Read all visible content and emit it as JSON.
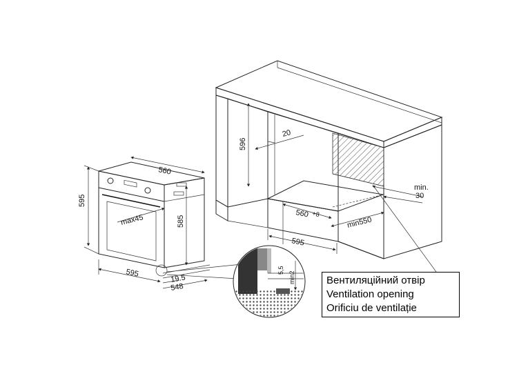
{
  "dimensions": {
    "oven_width_top": "560",
    "oven_height_left": "595",
    "oven_height_inner": "585",
    "oven_width_bottom": "595",
    "oven_depth": "548",
    "oven_front": "19.5",
    "door_angle": "max45",
    "cabinet_height": "596",
    "cabinet_gap": "20",
    "cabinet_niche_depth": "560",
    "cabinet_niche_depth_tolerance": "+8",
    "cabinet_min_depth": "min550",
    "cabinet_width": "595",
    "vent_min_label": "min.",
    "vent_min_value": "30",
    "detail_gap": "5,5",
    "detail_min": "min2"
  },
  "legend": {
    "line_uk": "Вентиляційний отвір",
    "line_en": "Ventilation opening",
    "line_ro": "Orificiu de ventilație"
  }
}
